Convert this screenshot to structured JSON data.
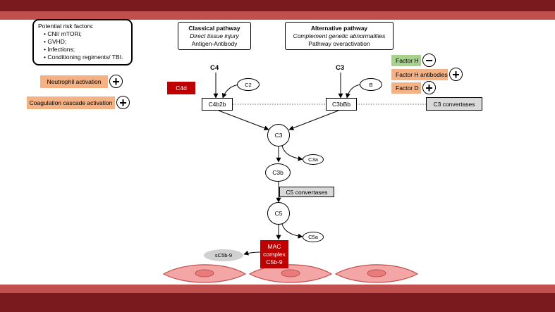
{
  "risk_factors": {
    "title": "Potential risk factors:",
    "items": [
      "CNI/ mTORi;",
      "GVHD;",
      "Infections;",
      "Conditioning regiments/ TBI."
    ]
  },
  "classical_pathway": {
    "title": "Classical pathway",
    "line1": "Direct tissue injury",
    "line2": "Antigen-Antibody"
  },
  "alternative_pathway": {
    "title": "Alternative pathway",
    "line1": "Complement genetic abnormalities",
    "line2": "Pathway overactivation"
  },
  "modifiers": {
    "neutrophil": "Neutrophil activation",
    "coagulation": "Coagulation cascade activation",
    "factor_h": "Factor H",
    "factor_h_antibodies": "Factor H antibodies",
    "factor_d": "Factor D"
  },
  "signs": {
    "plus": "+",
    "minus": "−"
  },
  "nodes": {
    "c4": "C4",
    "c3_top": "C3",
    "c4d": "C4d",
    "c2": "C2",
    "b": "B",
    "c4b2b": "C4b2b",
    "c3bbb": "C3bBb",
    "c3_convertases": "C3 convertases",
    "c3_mid": "C3",
    "c3a": "C3a",
    "c3b": "C3b",
    "c5_convertases": "C5 convertases",
    "c5": "C5",
    "c5a": "C5a",
    "mac_line1": "MAC",
    "mac_line2": "complex",
    "mac_line3": "C5b-9",
    "sc5b9": "sC5b-9"
  },
  "colors": {
    "dark_red": "#7b1a1e",
    "red_band": "#c0504d",
    "orange": "#f4b183",
    "green": "#a9d18e",
    "mac_red": "#c00000",
    "convertase_grey": "#d9d9d9",
    "cell_pink": "#f4a6a6",
    "cell_outline": "#c0504d"
  }
}
